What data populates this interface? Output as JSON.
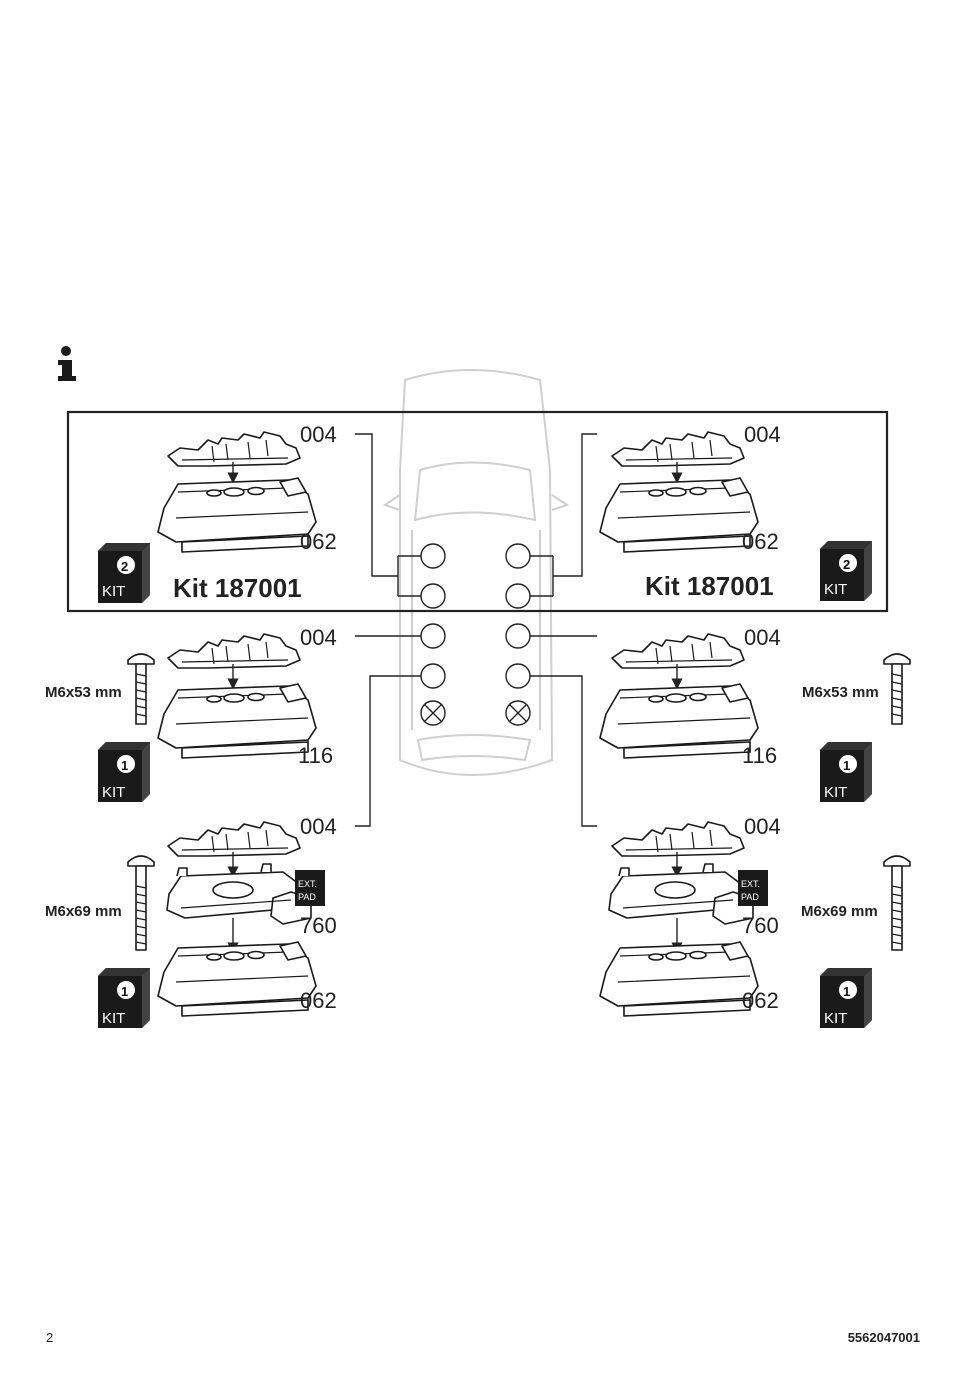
{
  "kit_boxes": {
    "kit_2_label": "KIT",
    "kit_2_number": "2",
    "kit_1_label": "KIT",
    "kit_1_number": "1"
  },
  "top_section": {
    "left_title": "Kit 187001",
    "right_title": "Kit 187001"
  },
  "parts": {
    "footpad_clip": "004",
    "footpad_062": "062",
    "footpad_116": "116",
    "ext_pad_760": "760",
    "ext_pad_text_1": "EXT.",
    "ext_pad_text_2": "PAD"
  },
  "screws": {
    "short": "M6x53 mm",
    "long": "M6x69 mm"
  },
  "footer": {
    "page_number": "2",
    "doc_number": "5562047001"
  },
  "icons": {
    "info": "info-icon",
    "excluded_position": "cross-circle-icon"
  }
}
